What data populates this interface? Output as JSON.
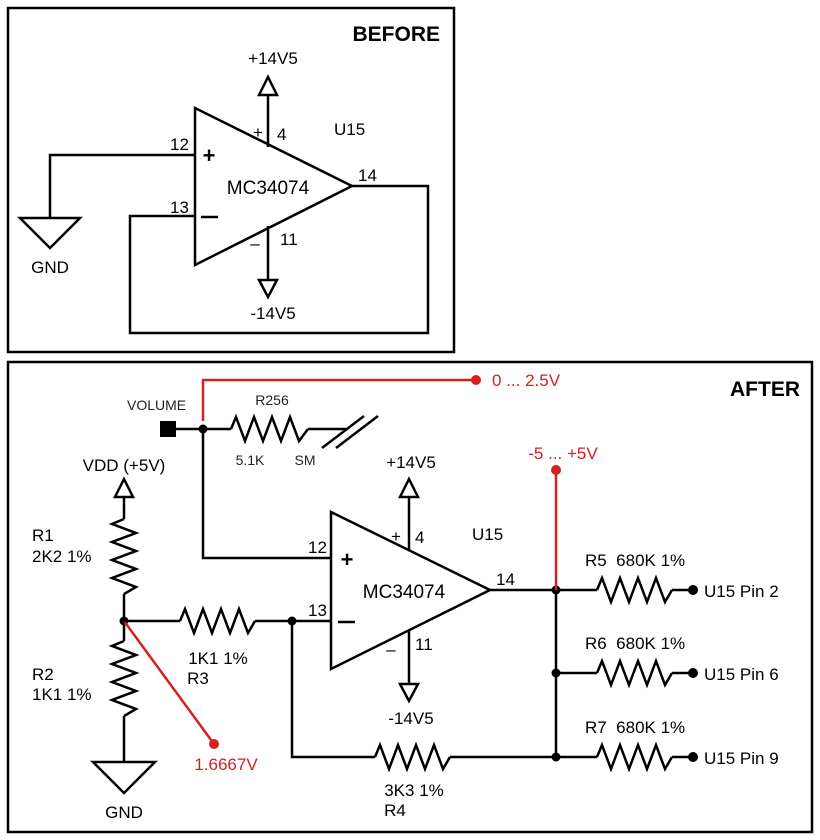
{
  "before": {
    "title": "BEFORE",
    "v_pos": "+14V5",
    "v_neg": "-14V5",
    "pin_pos_supply": "4",
    "pin_neg_supply": "11",
    "pin_in_plus": "12",
    "pin_in_minus": "13",
    "pin_out": "14",
    "ref": "U15",
    "chip": "MC34074",
    "gnd": "GND",
    "plus_small": "+",
    "minus_small": "–"
  },
  "after": {
    "title": "AFTER",
    "volume": "VOLUME",
    "r256": "R256",
    "r256_value": "5.1K",
    "r256_type": "SM",
    "range_in": "0 ... 2.5V",
    "range_out": "-5 ... +5V",
    "vdd": "VDD (+5V)",
    "r1": "R1",
    "r1_value": "2K2 1%",
    "r2": "R2",
    "r2_value": "1K1 1%",
    "r3": "R3",
    "r3_value": "1K1 1%",
    "r4": "R4",
    "r4_value": "3K3 1%",
    "r5": "R5  680K 1%",
    "r6": "R6  680K 1%",
    "r7": "R7  680K 1%",
    "out_pin2": "U15 Pin 2",
    "out_pin6": "U15 Pin 6",
    "out_pin9": "U15 Pin 9",
    "v_pos": "+14V5",
    "v_neg": "-14V5",
    "pin_pos_supply": "4",
    "pin_neg_supply": "11",
    "pin_in_plus": "12",
    "pin_in_minus": "13",
    "pin_out": "14",
    "ref": "U15",
    "chip": "MC34074",
    "gnd": "GND",
    "divider_voltage": "1.6667V",
    "plus_small": "+",
    "minus_small": "–"
  },
  "colors": {
    "wire": "#000000",
    "annotation": "#d42020"
  }
}
